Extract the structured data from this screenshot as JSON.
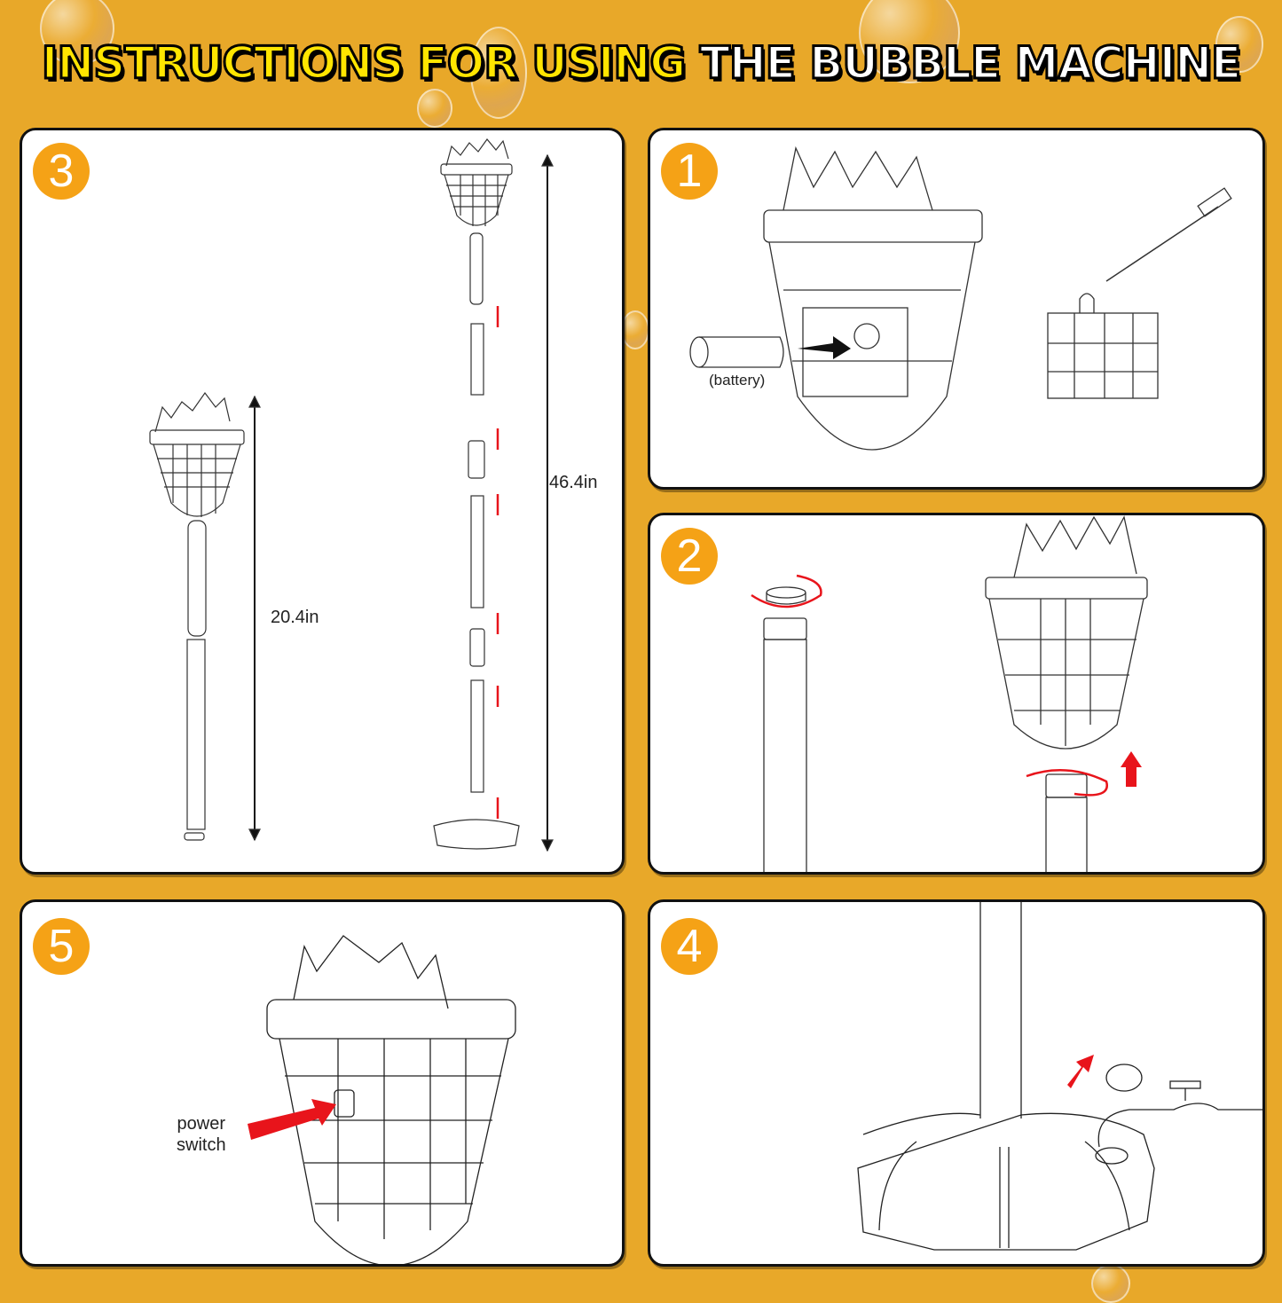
{
  "header": {
    "title_part1": "INSTRUCTIONS FOR USING",
    "title_part2": "THE BUBBLE MACHINE"
  },
  "colors": {
    "background": "#E8A829",
    "badge": "#F5A216",
    "title_yellow": "#FFE500",
    "accent_red": "#E8141B"
  },
  "steps": {
    "step3": {
      "number": "3",
      "dimension_short": "20.4in",
      "dimension_tall": "46.4in"
    },
    "step1": {
      "number": "1",
      "battery_label": "(battery)"
    },
    "step2": {
      "number": "2"
    },
    "step5": {
      "number": "5",
      "power_label_line1": "power",
      "power_label_line2": "switch"
    },
    "step4": {
      "number": "4"
    }
  }
}
